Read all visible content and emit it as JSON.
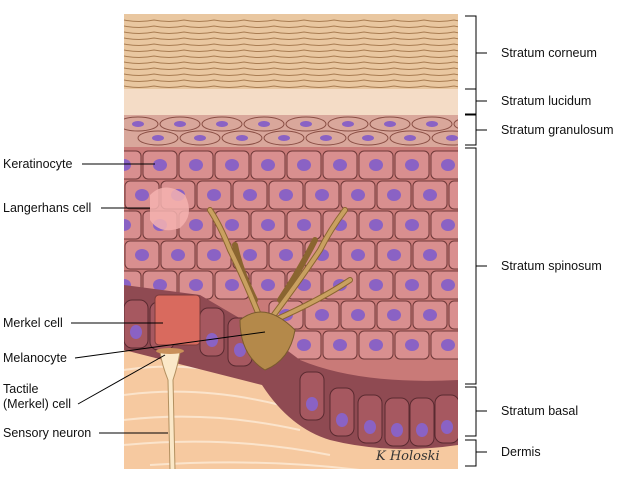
{
  "labels_left": {
    "keratinocyte": "Keratinocyte",
    "langerhans": "Langerhans cell",
    "merkel": "Merkel cell",
    "melanocyte": "Melanocyte",
    "tactile_line1": "Tactile",
    "tactile_line2": "(Merkel) cell",
    "sensory_neuron": "Sensory neuron"
  },
  "labels_right": {
    "corneum": "Stratum corneum",
    "lucidum": "Stratum lucidum",
    "granulosum": "Stratum granulosum",
    "spinosum": "Stratum spinosum",
    "basal": "Stratum basal",
    "dermis": "Dermis"
  },
  "signature": "K Holoski",
  "colors": {
    "corneum": "#e9c7a0",
    "lucidum": "#f4dcc6",
    "granulosum": "#d9a79b",
    "spinosum_cell": "#d98f8f",
    "basal_cell": "#a65860",
    "nucleus": "#8a62c4",
    "melanocyte": "#b4894a",
    "dermis": "#f6c9a0",
    "merkel": "#d96a5e",
    "langerhans": "#f5b3b0"
  }
}
